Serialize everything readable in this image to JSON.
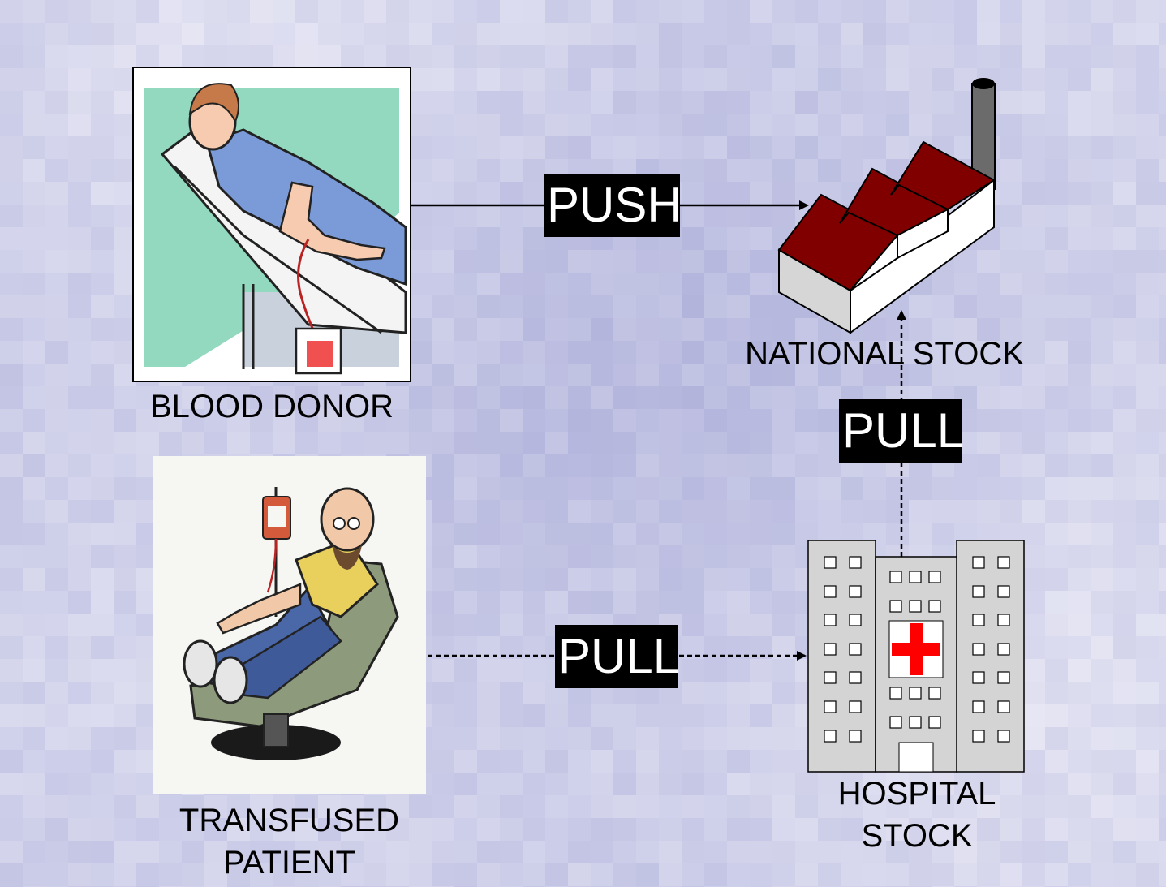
{
  "nodes": {
    "blood_donor": {
      "label": "BLOOD DONOR"
    },
    "transfused_patient": {
      "label": "TRANSFUSED\nPATIENT"
    },
    "national_stock": {
      "label": "NATIONAL STOCK"
    },
    "hospital_stock": {
      "label": "HOSPITAL\nSTOCK"
    }
  },
  "edges": [
    {
      "from": "blood_donor",
      "to": "national_stock",
      "label": "PUSH",
      "style": "solid"
    },
    {
      "from": "transfused_patient",
      "to": "hospital_stock",
      "label": "PULL",
      "style": "dashed"
    },
    {
      "from": "hospital_stock",
      "to": "national_stock",
      "label": "PULL",
      "style": "dashed"
    }
  ],
  "colors": {
    "background": "#c3c3e4",
    "factory_roof": "#800000",
    "hospital_cross": "#ff0000",
    "label_box": "#000000",
    "label_text": "#ffffff"
  }
}
